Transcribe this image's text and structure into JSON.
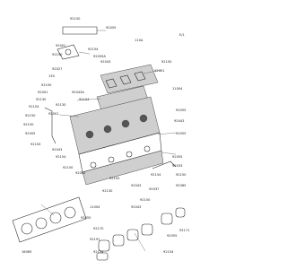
{
  "diagram": {
    "page_number": "E/1",
    "part_labels": [
      "92150",
      "92055",
      "110A",
      "92001",
      "92150",
      "92154",
      "92055A",
      "92043",
      "92027",
      "130",
      "92150",
      "92001",
      "92130",
      "92043A",
      "92154",
      "92130",
      "92001",
      "92154",
      "92150",
      "92150",
      "92055",
      "92150",
      "92043",
      "92154",
      "92150",
      "92002",
      "92150",
      "92001",
      "11004",
      "92055",
      "92043",
      "92055",
      "92055",
      "92033",
      "92150",
      "92065",
      "92154",
      "92037",
      "92043",
      "92150",
      "92043",
      "92150",
      "92130",
      "11004",
      "92055",
      "92170",
      "92191",
      "92154",
      "92055",
      "92171",
      "16065",
      "92154"
    ]
  }
}
